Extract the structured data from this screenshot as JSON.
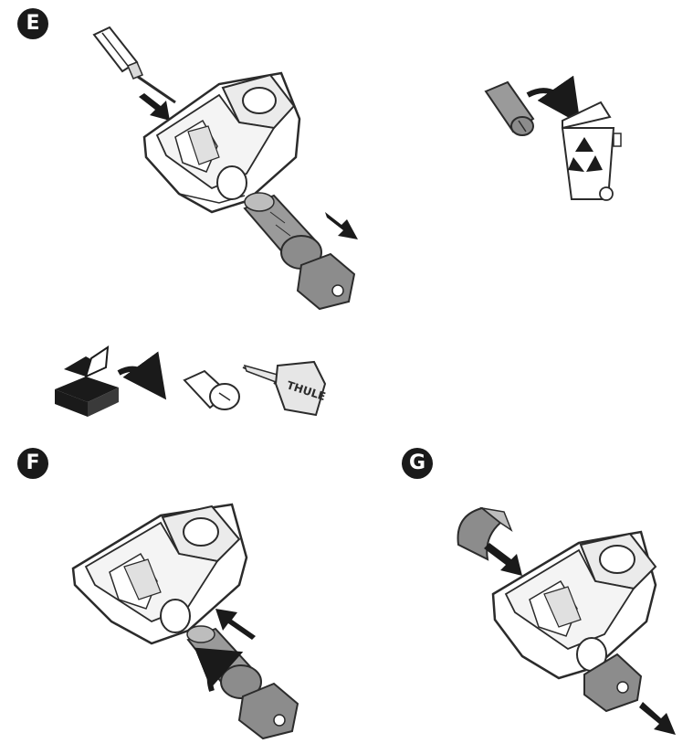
{
  "steps": [
    {
      "id": "E",
      "label": "E"
    },
    {
      "id": "F",
      "label": "F"
    },
    {
      "id": "G",
      "label": "G"
    }
  ],
  "key_brand": "THULE",
  "colors": {
    "ink": "#1a1a1a",
    "outline": "#2b2b2b",
    "key_grey": "#8c8c8c",
    "cylinder_grey": "#9a9a9a",
    "light_grey": "#d9d9d9",
    "bin_white": "#ffffff"
  },
  "icons": [
    "screwdriver-icon",
    "recycle-bin-icon",
    "recycle-symbol-icon",
    "box-icon",
    "key-icon",
    "lock-cylinder-icon",
    "arrow-icon"
  ]
}
